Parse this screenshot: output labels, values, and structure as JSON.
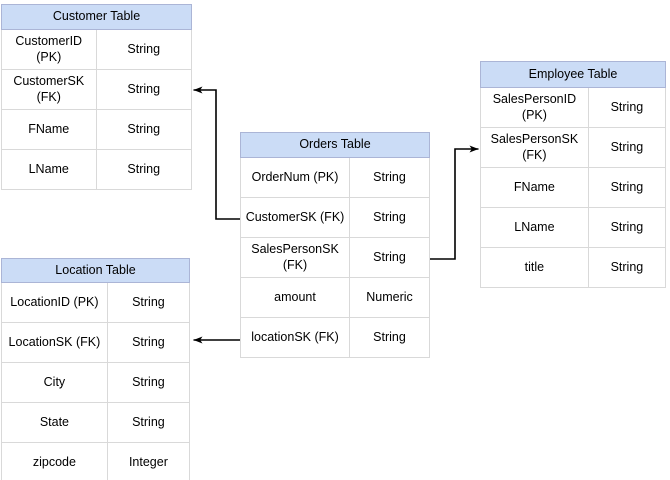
{
  "colors": {
    "canvas_bg": "#ffffff",
    "header_fill": "#cbdcf6",
    "header_border": "#abb5d6",
    "cell_border": "#d9d9d9",
    "arrow_color": "#000000",
    "text_color": "#000000"
  },
  "tables": [
    {
      "title": "Customer Table",
      "rows": [
        {
          "field": "CustomerID (PK)",
          "type": "String"
        },
        {
          "field": "CustomerSK\n(FK)",
          "type": "String"
        },
        {
          "field": "FName",
          "type": "String"
        },
        {
          "field": "LName",
          "type": "String"
        }
      ]
    },
    {
      "title": "Orders Table",
      "rows": [
        {
          "field": "OrderNum (PK)",
          "type": "String"
        },
        {
          "field": "CustomerSK (FK)",
          "type": "String"
        },
        {
          "field": "SalesPersonSK\n(FK)",
          "type": "String"
        },
        {
          "field": "amount",
          "type": "Numeric"
        },
        {
          "field": "locationSK (FK)",
          "type": "String"
        }
      ]
    },
    {
      "title": "Employee Table",
      "rows": [
        {
          "field": "SalesPersonID (PK)",
          "type": "String"
        },
        {
          "field": "SalesPersonSK\n(FK)",
          "type": "String"
        },
        {
          "field": "FName",
          "type": "String"
        },
        {
          "field": "LName",
          "type": "String"
        },
        {
          "field": "title",
          "type": "String"
        }
      ]
    },
    {
      "title": "Location Table",
      "rows": [
        {
          "field": "LocationID (PK)",
          "type": "String"
        },
        {
          "field": "LocationSK (FK)",
          "type": "String"
        },
        {
          "field": "City",
          "type": "String"
        },
        {
          "field": "State",
          "type": "String"
        },
        {
          "field": "zipcode",
          "type": "Integer"
        }
      ]
    }
  ],
  "connectors": [
    {
      "from": "Orders Table: CustomerSK (FK)",
      "to": "Customer Table: CustomerSK (FK)"
    },
    {
      "from": "Orders Table: SalesPersonSK (FK)",
      "to": "Employee Table: SalesPersonSK (FK)"
    },
    {
      "from": "Orders Table: locationSK (FK)",
      "to": "Location Table: LocationSK (FK)"
    }
  ]
}
